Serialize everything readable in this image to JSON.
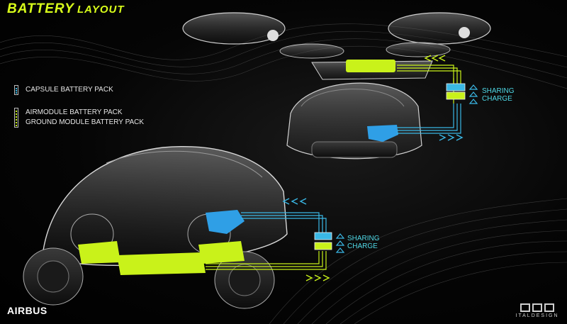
{
  "header": {
    "title_part1": "BATTERY",
    "title_part2": "LAYOUT"
  },
  "legend": {
    "items": [
      {
        "label": "CAPSULE BATTERY PACK",
        "color": "#3ab8e6"
      },
      {
        "label": "AIRMODULE BATTERY PACK",
        "color": "#c9f21a"
      },
      {
        "label": "GROUND MODULE BATTERY PACK",
        "color": "#c9f21a"
      }
    ]
  },
  "annotations": {
    "upper": {
      "line1": "SHARING",
      "line2": "CHARGE"
    },
    "lower": {
      "line1": "SHARING",
      "line2": "CHARGE"
    }
  },
  "footer": {
    "brand": "AIRBUS",
    "partner": "ITALDESIGN"
  },
  "colors": {
    "accent_green": "#c9f21a",
    "accent_blue": "#3ab8e6",
    "label_cyan": "#4fd8e6"
  }
}
